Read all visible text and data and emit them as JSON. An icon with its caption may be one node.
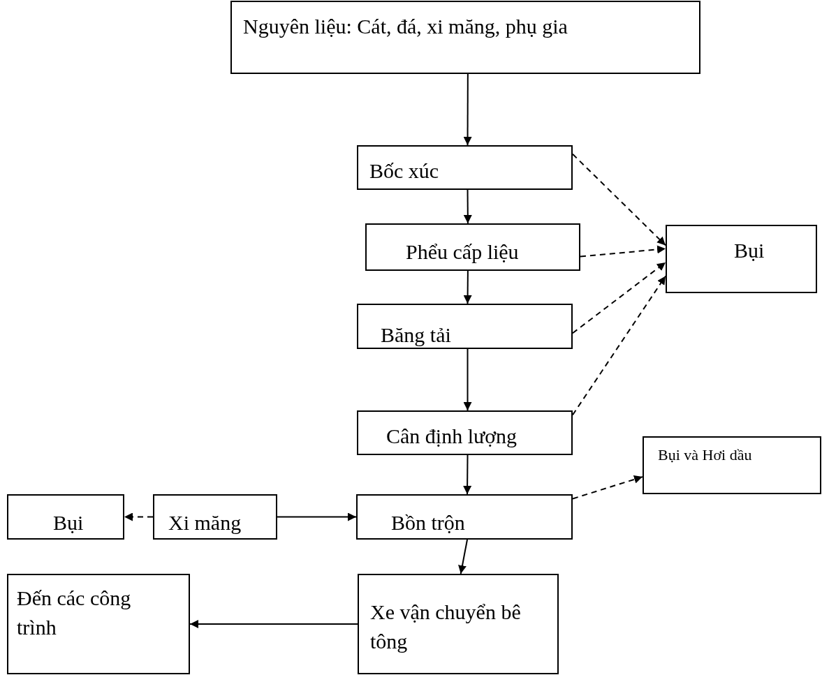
{
  "diagram": {
    "nodes": [
      {
        "text": [
          "Nguyên liệu: Cát, đá, xi măng, phụ gia"
        ]
      },
      {
        "text": [
          "Bốc xúc"
        ]
      },
      {
        "text": [
          "Phểu cấp liệu"
        ]
      },
      {
        "text": [
          "Bụi"
        ]
      },
      {
        "text": [
          "Băng tải"
        ]
      },
      {
        "text": [
          "Cân định lượng"
        ]
      },
      {
        "text": [
          "Bụi và Hơi dầu"
        ]
      },
      {
        "text": [
          "Bụi"
        ]
      },
      {
        "text": [
          "Xi măng"
        ]
      },
      {
        "text": [
          "Bồn trộn"
        ]
      },
      {
        "text": [
          "Đến các công trình"
        ]
      },
      {
        "text": [
          "Xe vận chuyển bê tông"
        ]
      }
    ],
    "edges": [
      {
        "from": 0,
        "to": 1,
        "arrow": "to"
      },
      {
        "from": 1,
        "to": 2,
        "arrow": "to"
      },
      {
        "from": 2,
        "to": 4,
        "arrow": "to"
      },
      {
        "from": 4,
        "to": 5,
        "arrow": "to"
      },
      {
        "from": 5,
        "to": 9,
        "arrow": "to"
      },
      {
        "from": 9,
        "to": 11,
        "arrow": "to"
      },
      {
        "from": 11,
        "to": 10,
        "arrow": "to"
      },
      {
        "from": 8,
        "to": 9,
        "arrow": "to"
      },
      {
        "from": 1,
        "to": 3,
        "arrow": "to",
        "style": "dashed"
      },
      {
        "from": 2,
        "to": 3,
        "arrow": "to",
        "style": "dashed"
      },
      {
        "from": 4,
        "to": 3,
        "arrow": "to",
        "style": "dashed"
      },
      {
        "from": 5,
        "to": 3,
        "arrow": "to",
        "style": "dashed"
      },
      {
        "from": 9,
        "to": 6,
        "arrow": "to",
        "style": "dashed"
      },
      {
        "from": 8,
        "to": 7,
        "arrow": "to",
        "style": "dashed"
      }
    ]
  }
}
